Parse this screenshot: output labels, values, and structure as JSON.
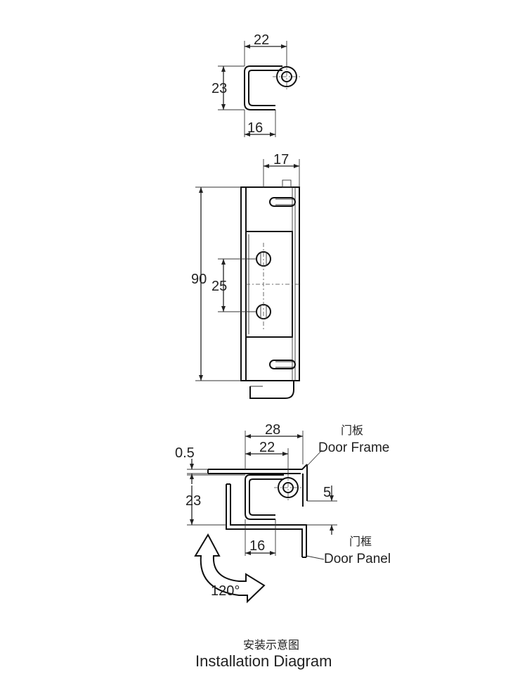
{
  "top_view": {
    "width": "22",
    "height": "23",
    "bottom": "16"
  },
  "front_view": {
    "top_width": "17",
    "total_height": "90",
    "hole_spacing": "25"
  },
  "install_view": {
    "width_outer": "28",
    "width_inner": "22",
    "gap": "0.5",
    "height": "23",
    "bottom": "16",
    "offset": "5",
    "angle": "120°",
    "door_frame_cn": "门板",
    "door_frame_en": "Door Frame",
    "door_panel_cn": "门框",
    "door_panel_en": "Door Panel"
  },
  "caption": {
    "cn": "安装示意图",
    "en": "Installation Diagram"
  }
}
